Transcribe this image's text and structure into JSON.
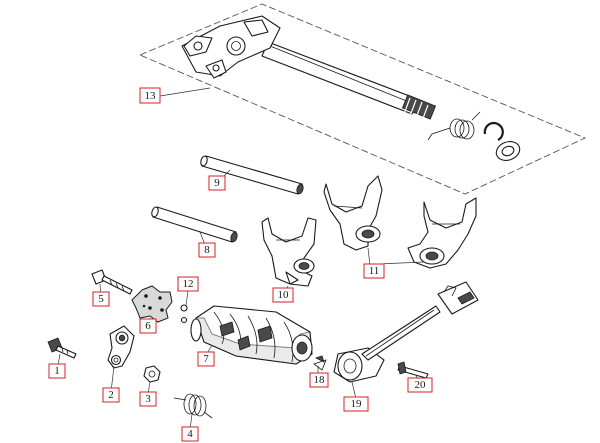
{
  "callouts": {
    "p1": "1",
    "p2": "2",
    "p3": "3",
    "p4": "4",
    "p5": "5",
    "p6": "6",
    "p7": "7",
    "p8": "8",
    "p9": "9",
    "p10": "10",
    "p11": "11",
    "p12": "12",
    "p13": "13",
    "p18": "18",
    "p19": "19",
    "p20": "20"
  },
  "colors": {
    "callout_border": "#d42020",
    "line_art": "#1a1a1a"
  }
}
